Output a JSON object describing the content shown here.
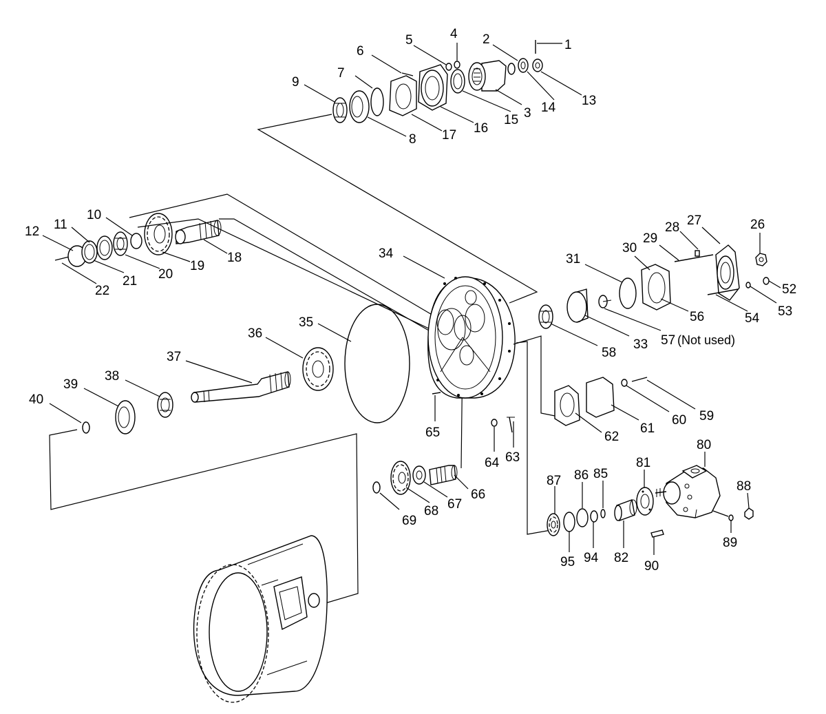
{
  "callouts": {
    "c1": "1",
    "c2": "2",
    "c3": "3",
    "c4": "4",
    "c5": "5",
    "c6": "6",
    "c7": "7",
    "c8": "8",
    "c9": "9",
    "c10": "10",
    "c11": "11",
    "c12": "12",
    "c13": "13",
    "c14": "14",
    "c15": "15",
    "c16": "16",
    "c17": "17",
    "c18": "18",
    "c19": "19",
    "c20": "20",
    "c21": "21",
    "c22": "22",
    "c26": "26",
    "c27": "27",
    "c28": "28",
    "c29": "29",
    "c30": "30",
    "c31": "31",
    "c33": "33",
    "c34": "34",
    "c35": "35",
    "c36": "36",
    "c37": "37",
    "c38": "38",
    "c39": "39",
    "c40": "40",
    "c52": "52",
    "c53": "53",
    "c54": "54",
    "c56": "56",
    "c57": "57",
    "c58": "58",
    "c59": "59",
    "c60": "60",
    "c61": "61",
    "c62": "62",
    "c63": "63",
    "c64": "64",
    "c65": "65",
    "c66": "66",
    "c67": "67",
    "c68": "68",
    "c69": "69",
    "c80": "80",
    "c81": "81",
    "c82": "82",
    "c85": "85",
    "c86": "86",
    "c87": "87",
    "c88": "88",
    "c89": "89",
    "c90": "90",
    "c94": "94",
    "c95": "95"
  },
  "notes": {
    "not_used": "(Not used)"
  }
}
